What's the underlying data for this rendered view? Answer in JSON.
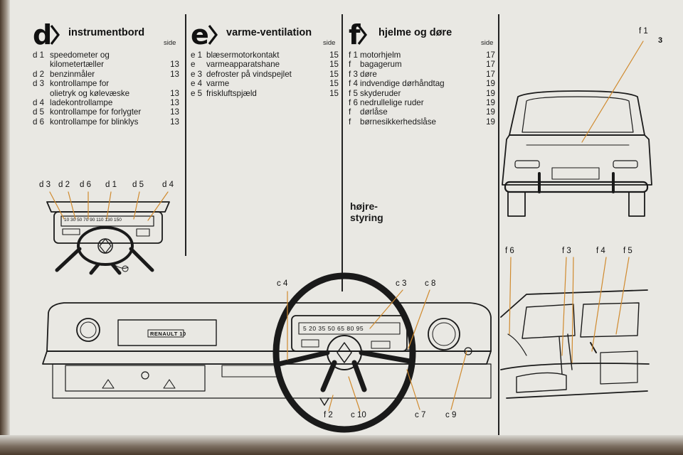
{
  "page_number": "3",
  "sections": [
    {
      "letter": "d",
      "title": "instrumentbord",
      "side_label": "side",
      "items": [
        {
          "code": "d 1",
          "text": "speedometer og",
          "page": ""
        },
        {
          "code": "",
          "text": "kilometertæller",
          "page": "13"
        },
        {
          "code": "d 2",
          "text": "benzinmåler",
          "page": "13"
        },
        {
          "code": "d 3",
          "text": "kontrollampe for",
          "page": ""
        },
        {
          "code": "",
          "text": "olietryk og kølevæske",
          "page": "13"
        },
        {
          "code": "d 4",
          "text": "ladekontrollampe",
          "page": "13"
        },
        {
          "code": "d 5",
          "text": "kontrollampe for forlygter",
          "page": "13"
        },
        {
          "code": "d 6",
          "text": "kontrollampe for blinklys",
          "page": "13"
        }
      ]
    },
    {
      "letter": "e",
      "title": "varme-ventilation",
      "side_label": "side",
      "items": [
        {
          "code": "e 1",
          "text": "blæsermotorkontakt",
          "page": "15"
        },
        {
          "code": "e",
          "text": "varmeapparatshane",
          "page": "15"
        },
        {
          "code": "e 3",
          "text": "defroster på vindspejlet",
          "page": "15"
        },
        {
          "code": "e 4",
          "text": "varme",
          "page": "15"
        },
        {
          "code": "e 5",
          "text": "friskluftspjæld",
          "page": "15"
        }
      ]
    },
    {
      "letter": "f",
      "title": "hjelme og døre",
      "side_label": "side",
      "items": [
        {
          "code": "f 1",
          "text": "motorhjelm",
          "page": "17"
        },
        {
          "code": "f",
          "text": "bagagerum",
          "page": "17"
        },
        {
          "code": "f 3",
          "text": "døre",
          "page": "17"
        },
        {
          "code": "f 4",
          "text": "indvendige dørhåndtag",
          "page": "19"
        },
        {
          "code": "f 5",
          "text": "skyderuder",
          "page": "19"
        },
        {
          "code": "f 6",
          "text": "nedrullelige ruder",
          "page": "19"
        },
        {
          "code": "f",
          "text": "dørlåse",
          "page": "19"
        },
        {
          "code": "f",
          "text": "børnesikkerhedslåse",
          "page": "19"
        }
      ]
    }
  ],
  "steering_note": "højre-\nstyring",
  "diagram_labels": {
    "instrument_callouts": [
      "d 3",
      "d 2",
      "d 6",
      "d 1",
      "d 5",
      "d 4"
    ],
    "dashboard_callouts": [
      "c 4",
      "c 3",
      "c 8",
      "f 2",
      "c 10",
      "c 7",
      "c 9"
    ],
    "front_callout": "f 1",
    "side_callouts": [
      "f 6",
      "f 3",
      "f 4",
      "f 5"
    ],
    "badge_text": "RENAULT 10",
    "gauge_scale": "5 20 35 50 65 80 95",
    "mini_gauge_scale": "10 30 50 70 90 110 130 150"
  },
  "colors": {
    "paper": "#e9e8e3",
    "ink": "#1a1a1a",
    "leader": "#d08a2e"
  }
}
